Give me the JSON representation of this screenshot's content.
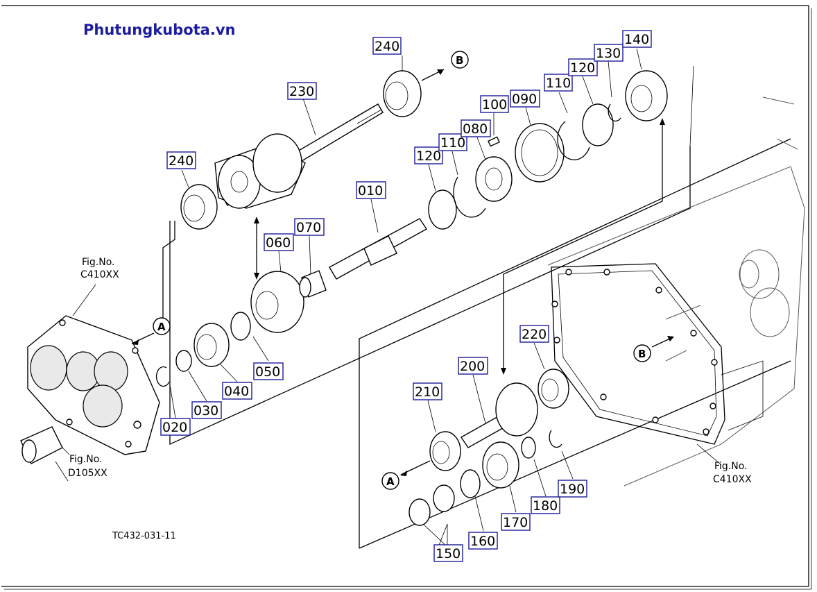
{
  "brand": {
    "text": "Phutungkubota.vn",
    "color": "#1c1c9e"
  },
  "drawing_code": "TC432-031-11",
  "figure_refs": [
    {
      "label": "Fig.No.",
      "code": "C410XX"
    },
    {
      "label": "Fig.No.",
      "code": "D105XX"
    },
    {
      "label": "Fig.No.",
      "code": "C410XX"
    }
  ],
  "ref_markers": {
    "a": "A",
    "b": "B"
  },
  "callouts": [
    "240",
    "230",
    "240",
    "010",
    "120",
    "110",
    "080",
    "100",
    "090",
    "110",
    "120",
    "130",
    "140",
    "070",
    "060",
    "050",
    "040",
    "030",
    "020",
    "220",
    "200",
    "210",
    "190",
    "180",
    "170",
    "160",
    "150"
  ]
}
